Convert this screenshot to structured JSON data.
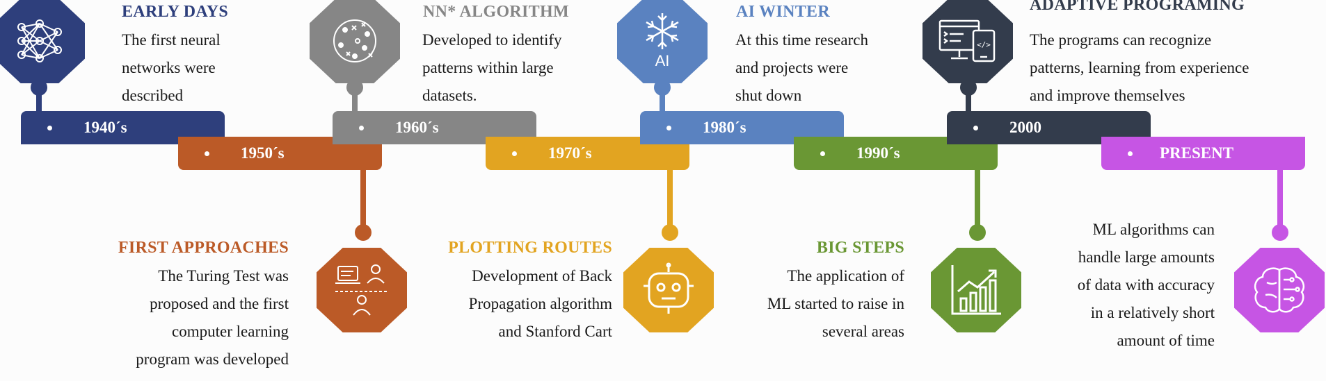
{
  "colors": {
    "c1940": "#2e3f7c",
    "c1950": "#bb5a27",
    "c1960": "#868686",
    "c1970": "#e2a421",
    "c1980": "#5a82c0",
    "c1990": "#6a9734",
    "c2000": "#333c4c",
    "present": "#c655e4"
  },
  "eras": [
    {
      "year": "1940´s",
      "title": "EARLY DAYS",
      "icon": "neural-network-icon",
      "lines": [
        "The first neural",
        "networks were",
        "described"
      ]
    },
    {
      "year": "1950´s",
      "title": "FIRST APPROACHES",
      "icon": "people-computer-icon",
      "lines": [
        "The Turing Test was",
        "proposed and the first",
        "computer learning",
        "program was developed"
      ]
    },
    {
      "year": "1960´s",
      "title": "NN* ALGORITHM",
      "icon": "scatter-points-icon",
      "lines": [
        "Developed to identify",
        "patterns within large",
        "datasets."
      ]
    },
    {
      "year": "1970´s",
      "title": "PLOTTING ROUTES",
      "icon": "robot-icon",
      "lines": [
        "Development of Back",
        "Propagation algorithm",
        "and Stanford Cart"
      ]
    },
    {
      "year": "1980´s",
      "title": "AI WINTER",
      "icon": "snowflake-ai-icon",
      "icon_text": "AI",
      "lines": [
        "At this time research",
        "and projects were",
        "shut down"
      ]
    },
    {
      "year": "1990´s",
      "title": "BIG STEPS",
      "icon": "growth-chart-icon",
      "lines": [
        "The application of",
        "ML started to raise in",
        "several areas"
      ]
    },
    {
      "year": "2000",
      "title": "ADAPTIVE PROGRAMING",
      "icon": "code-devices-icon",
      "icon_text": "</>",
      "lines": [
        "The programs can recognize",
        "patterns, learning from experience",
        "and improve themselves"
      ]
    },
    {
      "year": "PRESENT",
      "title": "",
      "icon": "brain-circuit-icon",
      "lines": [
        "ML algorithms can",
        "handle large amounts",
        "of data with accuracy",
        "in a relatively short",
        "amount of time"
      ]
    }
  ]
}
